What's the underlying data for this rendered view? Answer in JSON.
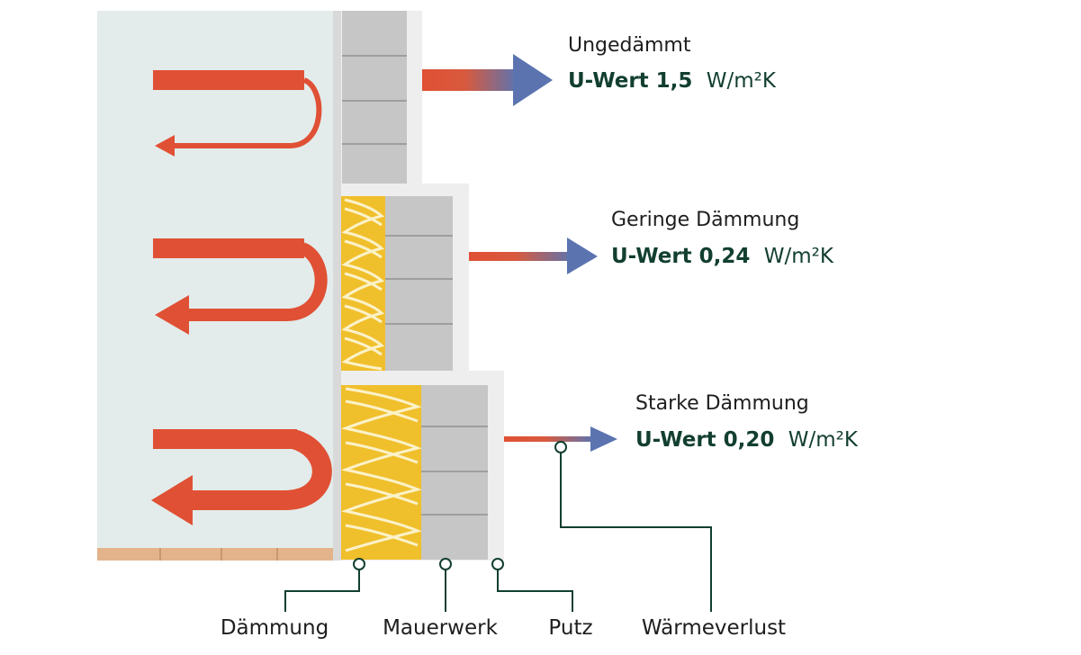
{
  "sections": [
    {
      "title": "Ungedämmt",
      "u_label": "U-Wert 1,5",
      "unit": "W/m²K",
      "u_value": 1.5
    },
    {
      "title": "Geringe Dämmung",
      "u_label": "U-Wert 0,24",
      "unit": "W/m²K",
      "u_value": 0.24
    },
    {
      "title": "Starke Dämmung",
      "u_label": "U-Wert 0,20",
      "unit": "W/m²K",
      "u_value": 0.2
    }
  ],
  "legend": {
    "daemmung": "Dämmung",
    "mauerwerk": "Mauerwerk",
    "putz": "Putz",
    "waermeverlust": "Wärmeverlust"
  },
  "colors": {
    "room": "#e3eceb",
    "plaster": "#eeeeee",
    "brick": "#c6c6c6",
    "brick_joint": "#9e9e9e",
    "insulation": "#f0bf2c",
    "insulation_line": "#fbf2c8",
    "heat_red": "#e05034",
    "loss_blue": "#5b74b0",
    "label_green": "#123f2f",
    "floor": "#e3b48c"
  }
}
